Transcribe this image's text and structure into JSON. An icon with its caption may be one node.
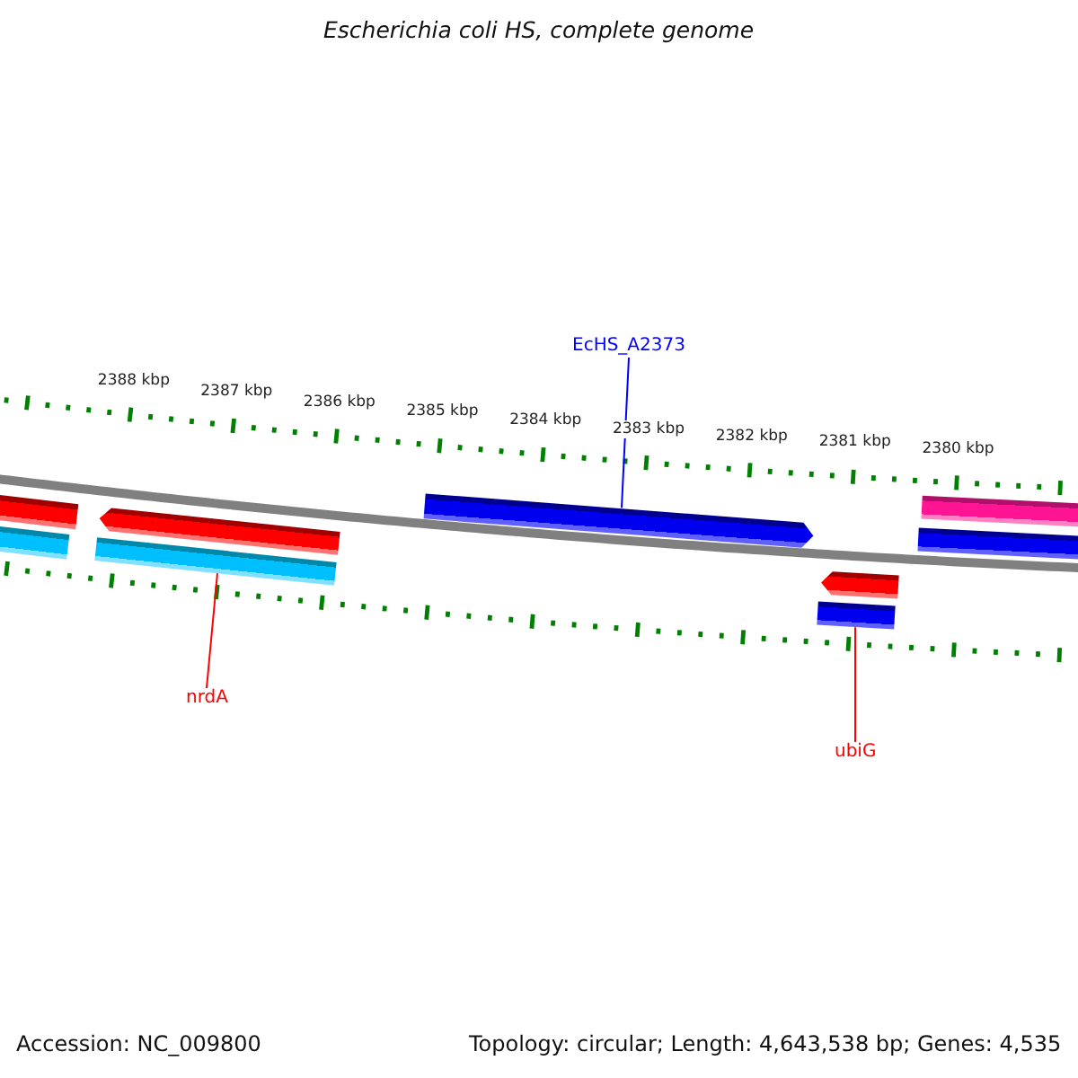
{
  "diagram": {
    "title": "Escherichia coli HS, complete genome",
    "nodes": [
      {
        "text": [
          "EcHS_A2373"
        ]
      },
      {
        "text": [],
        "shape": "bar"
      },
      {
        "text": [],
        "shape": "bar"
      },
      {
        "text": [],
        "shape": "arrow"
      },
      {
        "text": [],
        "shape": "bar"
      },
      {
        "text": [],
        "shape": "arrow"
      },
      {
        "text": [],
        "shape": "bar"
      },
      {
        "text": [],
        "shape": "bar"
      },
      {
        "text": [],
        "shape": "arrow"
      },
      {
        "text": [],
        "shape": "bar"
      },
      {
        "text": [
          "nrdA"
        ]
      },
      {
        "text": [
          "ubiG"
        ]
      }
    ],
    "edges": [
      {
        "from": 0,
        "to": 5,
        "arrow": "none",
        "color": "#0000ff"
      },
      {
        "from": 10,
        "to": 4,
        "arrow": "none"
      },
      {
        "from": 11,
        "to": 9,
        "arrow": "none"
      }
    ],
    "labels": [
      "2388 kbp",
      "2387 kbp",
      "2386 kbp",
      "2385 kbp",
      "2384 kbp",
      "2383 kbp",
      "2382 kbp",
      "2381 kbp",
      "2380 kbp",
      "Accession: NC_009800",
      "Topology: circular; Length: 4,643,538 bp; Genes: 4,535"
    ]
  }
}
